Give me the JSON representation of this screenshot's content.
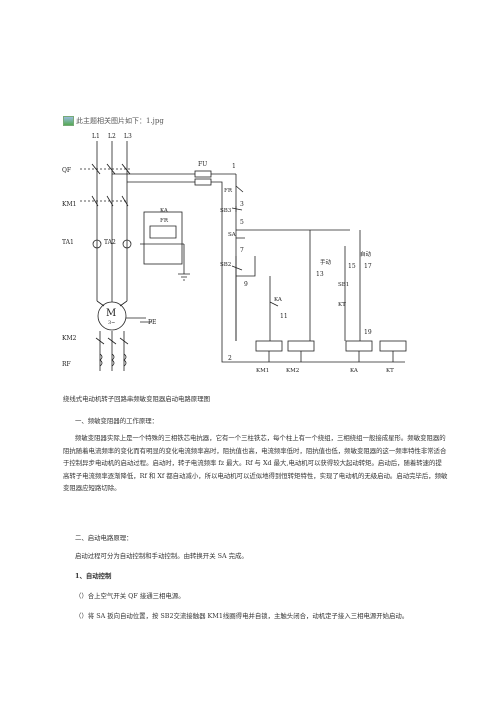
{
  "caption": "此主题相关图片如下：1.jpg",
  "diagram": {
    "phases": [
      "L1",
      "L2",
      "L3"
    ],
    "labels": {
      "qf": "QF",
      "km1": "KM1",
      "ta1": "TA1",
      "ta2": "TA2",
      "km2": "KM2",
      "rf": "RF",
      "motor_m": "M",
      "motor_sub": "3~",
      "pe": "PE",
      "fu": "FU",
      "fr": "FR",
      "sb3": "SB3",
      "sa": "SA",
      "sb2": "SB2",
      "ka": "KA",
      "pr": "FR",
      "sb1": "SB1",
      "kt": "KT",
      "manual": "手动",
      "auto": "自动"
    },
    "nodes": [
      "1",
      "3",
      "5",
      "7",
      "9",
      "11",
      "13",
      "15",
      "17",
      "19",
      "2"
    ],
    "coils": [
      "KM1",
      "KM2",
      "KA",
      "KT"
    ]
  },
  "figure_title": "绕线式电动机转子回路串频敏变阻器启动电路原理图",
  "sections": [
    {
      "heading": "一、频敏变阻器的工作原理：",
      "body": "频敏变阻器实际上是一个特殊的三相铁芯电抗器，它有一个三柱铁芯，每个柱上有一个绕组，三相绕组一般接成星形。频敏变阻器的阻抗随着电流频率的变化而有明显的变化电流频率高时，阻抗值也高，电流频率低时，阻抗值也低，频敏变阻器的这一频率特性非常适合于控制异步电动机的启动过程。启动时，转子电流频率 fz 最大。Rf 与 Xd 最大,电动机可以获得较大起动转矩。启动后，随着转速的提高转子电流频率逐渐降低，Rf 和 Xf 都自动减小，所以电动机可以近似地得到恒转矩特性，实现了电动机的无级启动。启动完毕后，频敏变阻器应短路切除。"
    },
    {
      "heading": "二、启动电路原理：",
      "body": "启动过程可分为自动控制和手动控制。由转换开关 SA 完成。"
    }
  ],
  "subheading": "1、自动控制",
  "steps": [
    "（​）合上空气开关 QF 接通三相电源。",
    "（​）将 SA 扳向自动位置，按 SB2交流接触器 KM1线圈得电并自锁，主触头闭合，动机定子接入三相电源开始启动。"
  ]
}
